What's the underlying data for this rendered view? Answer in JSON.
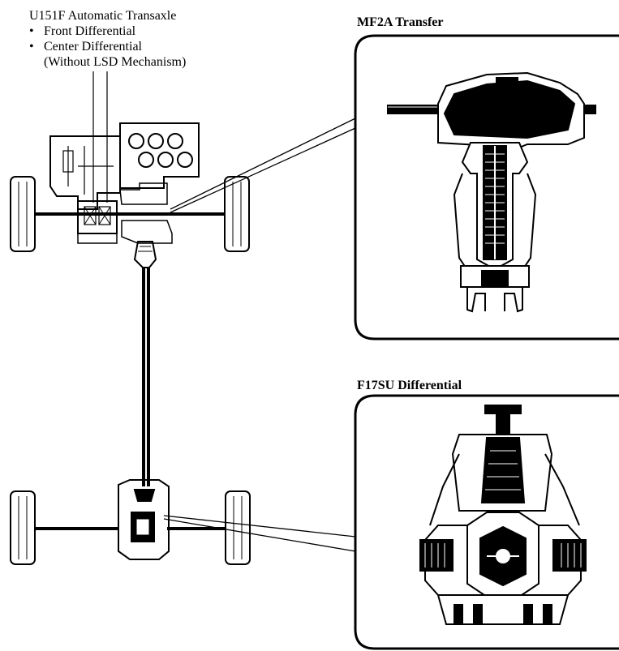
{
  "transaxle": {
    "title": "U151F Automatic Transaxle",
    "items": [
      "Front Differential",
      "Center Differential",
      "(Without LSD Mechanism)"
    ],
    "bullet": "•"
  },
  "transfer": {
    "title": "MF2A Transfer"
  },
  "differential": {
    "title": "F17SU Differential"
  }
}
